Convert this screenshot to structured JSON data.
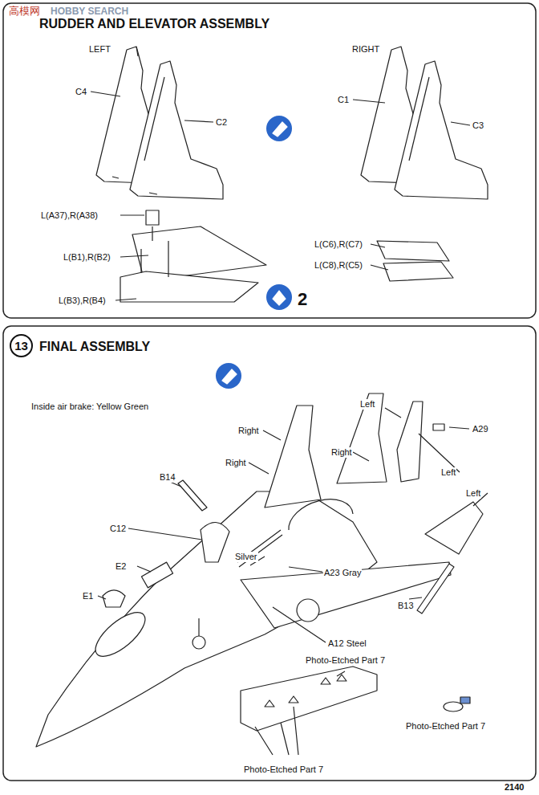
{
  "diagram": {
    "nodes": [
      {
        "text": [
          "13"
        ]
      }
    ],
    "labels": [
      "高模网",
      "HOBBY SEARCH",
      "RUDDER AND ELEVATOR ASSEMBLY",
      "LEFT",
      "RIGHT",
      "C4",
      "C2",
      "C1",
      "C3",
      "L(A37),R(A38)",
      "L(B1),R(B2)",
      "L(B3),R(B4)",
      "L(C6),R(C7)",
      "L(C8),R(C5)",
      "2",
      "FINAL ASSEMBLY",
      "Inside air brake: Yellow Green",
      "Left",
      "A29",
      "Right",
      "Right",
      "Right",
      "Left",
      "B14",
      "Left",
      "C12",
      "Silver",
      "E2",
      "A23 Gray",
      "E1",
      "B13",
      "A12 Steel",
      "Photo-Etched Part 7",
      "Photo-Etched Part 7",
      "Photo-Etched Part 7",
      "2140"
    ]
  }
}
